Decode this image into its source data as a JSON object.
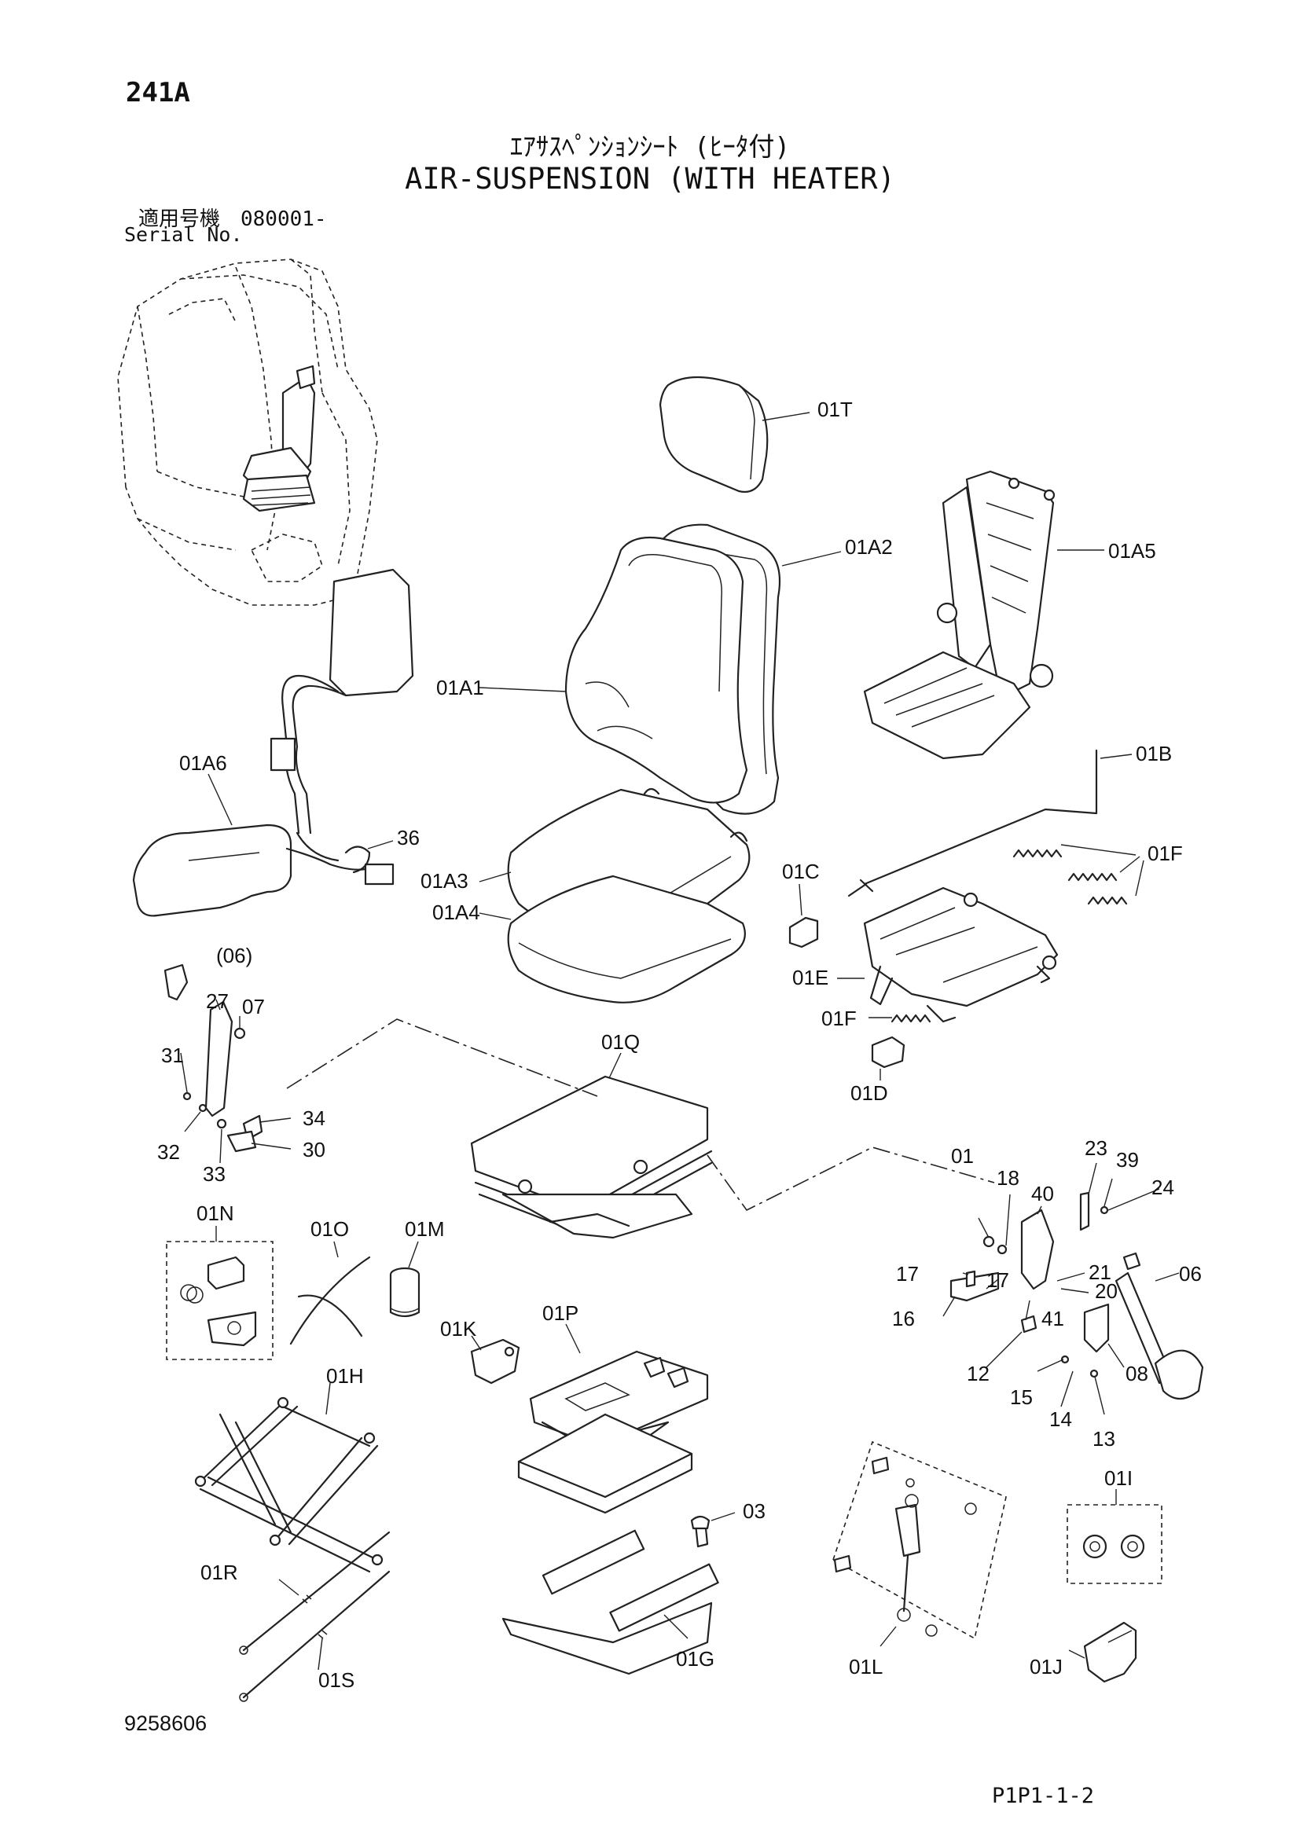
{
  "header": {
    "page_code": "241A",
    "title_jp": "ｴｱｻｽﾍﾟﾝｼｮﾝｼｰﾄ (ﾋｰﾀ付)",
    "title_en": "AIR-SUSPENSION (WITH HEATER)",
    "serial_jp": "適用号機　080001-",
    "serial_en": "Serial No."
  },
  "footer": {
    "doc_number": "9258606",
    "sheet_code": "P1P1-1-2"
  },
  "part_labels": {
    "p01T": "01T",
    "p01A2": "01A2",
    "p01A5": "01A5",
    "p01A1": "01A1",
    "p01A6": "01A6",
    "p36": "36",
    "p01A3": "01A3",
    "p01A4": "01A4",
    "p01B": "01B",
    "p01C": "01C",
    "p01F_top": "01F",
    "p01E": "01E",
    "p01F_low": "01F",
    "p01D": "01D",
    "p06_paren": "(06)",
    "p27": "27",
    "p07": "07",
    "p31": "31",
    "p34": "34",
    "p32": "32",
    "p30": "30",
    "p33": "33",
    "p01Q": "01Q",
    "p01": "01",
    "p23": "23",
    "p39": "39",
    "p18": "18",
    "p40": "40",
    "p24": "24",
    "p01N": "01N",
    "p01O": "01O",
    "p01M": "01M",
    "p17a": "17",
    "p21": "21",
    "p06": "06",
    "p17b": "17",
    "p20": "20",
    "p16": "16",
    "p41": "41",
    "p01K": "01K",
    "p01P": "01P",
    "p12": "12",
    "p08": "08",
    "p15": "15",
    "p14": "14",
    "p13": "13",
    "p01H": "01H",
    "p03": "03",
    "p01I": "01I",
    "p01R": "01R",
    "p01S": "01S",
    "p01G": "01G",
    "p01L": "01L",
    "p01J": "01J"
  }
}
